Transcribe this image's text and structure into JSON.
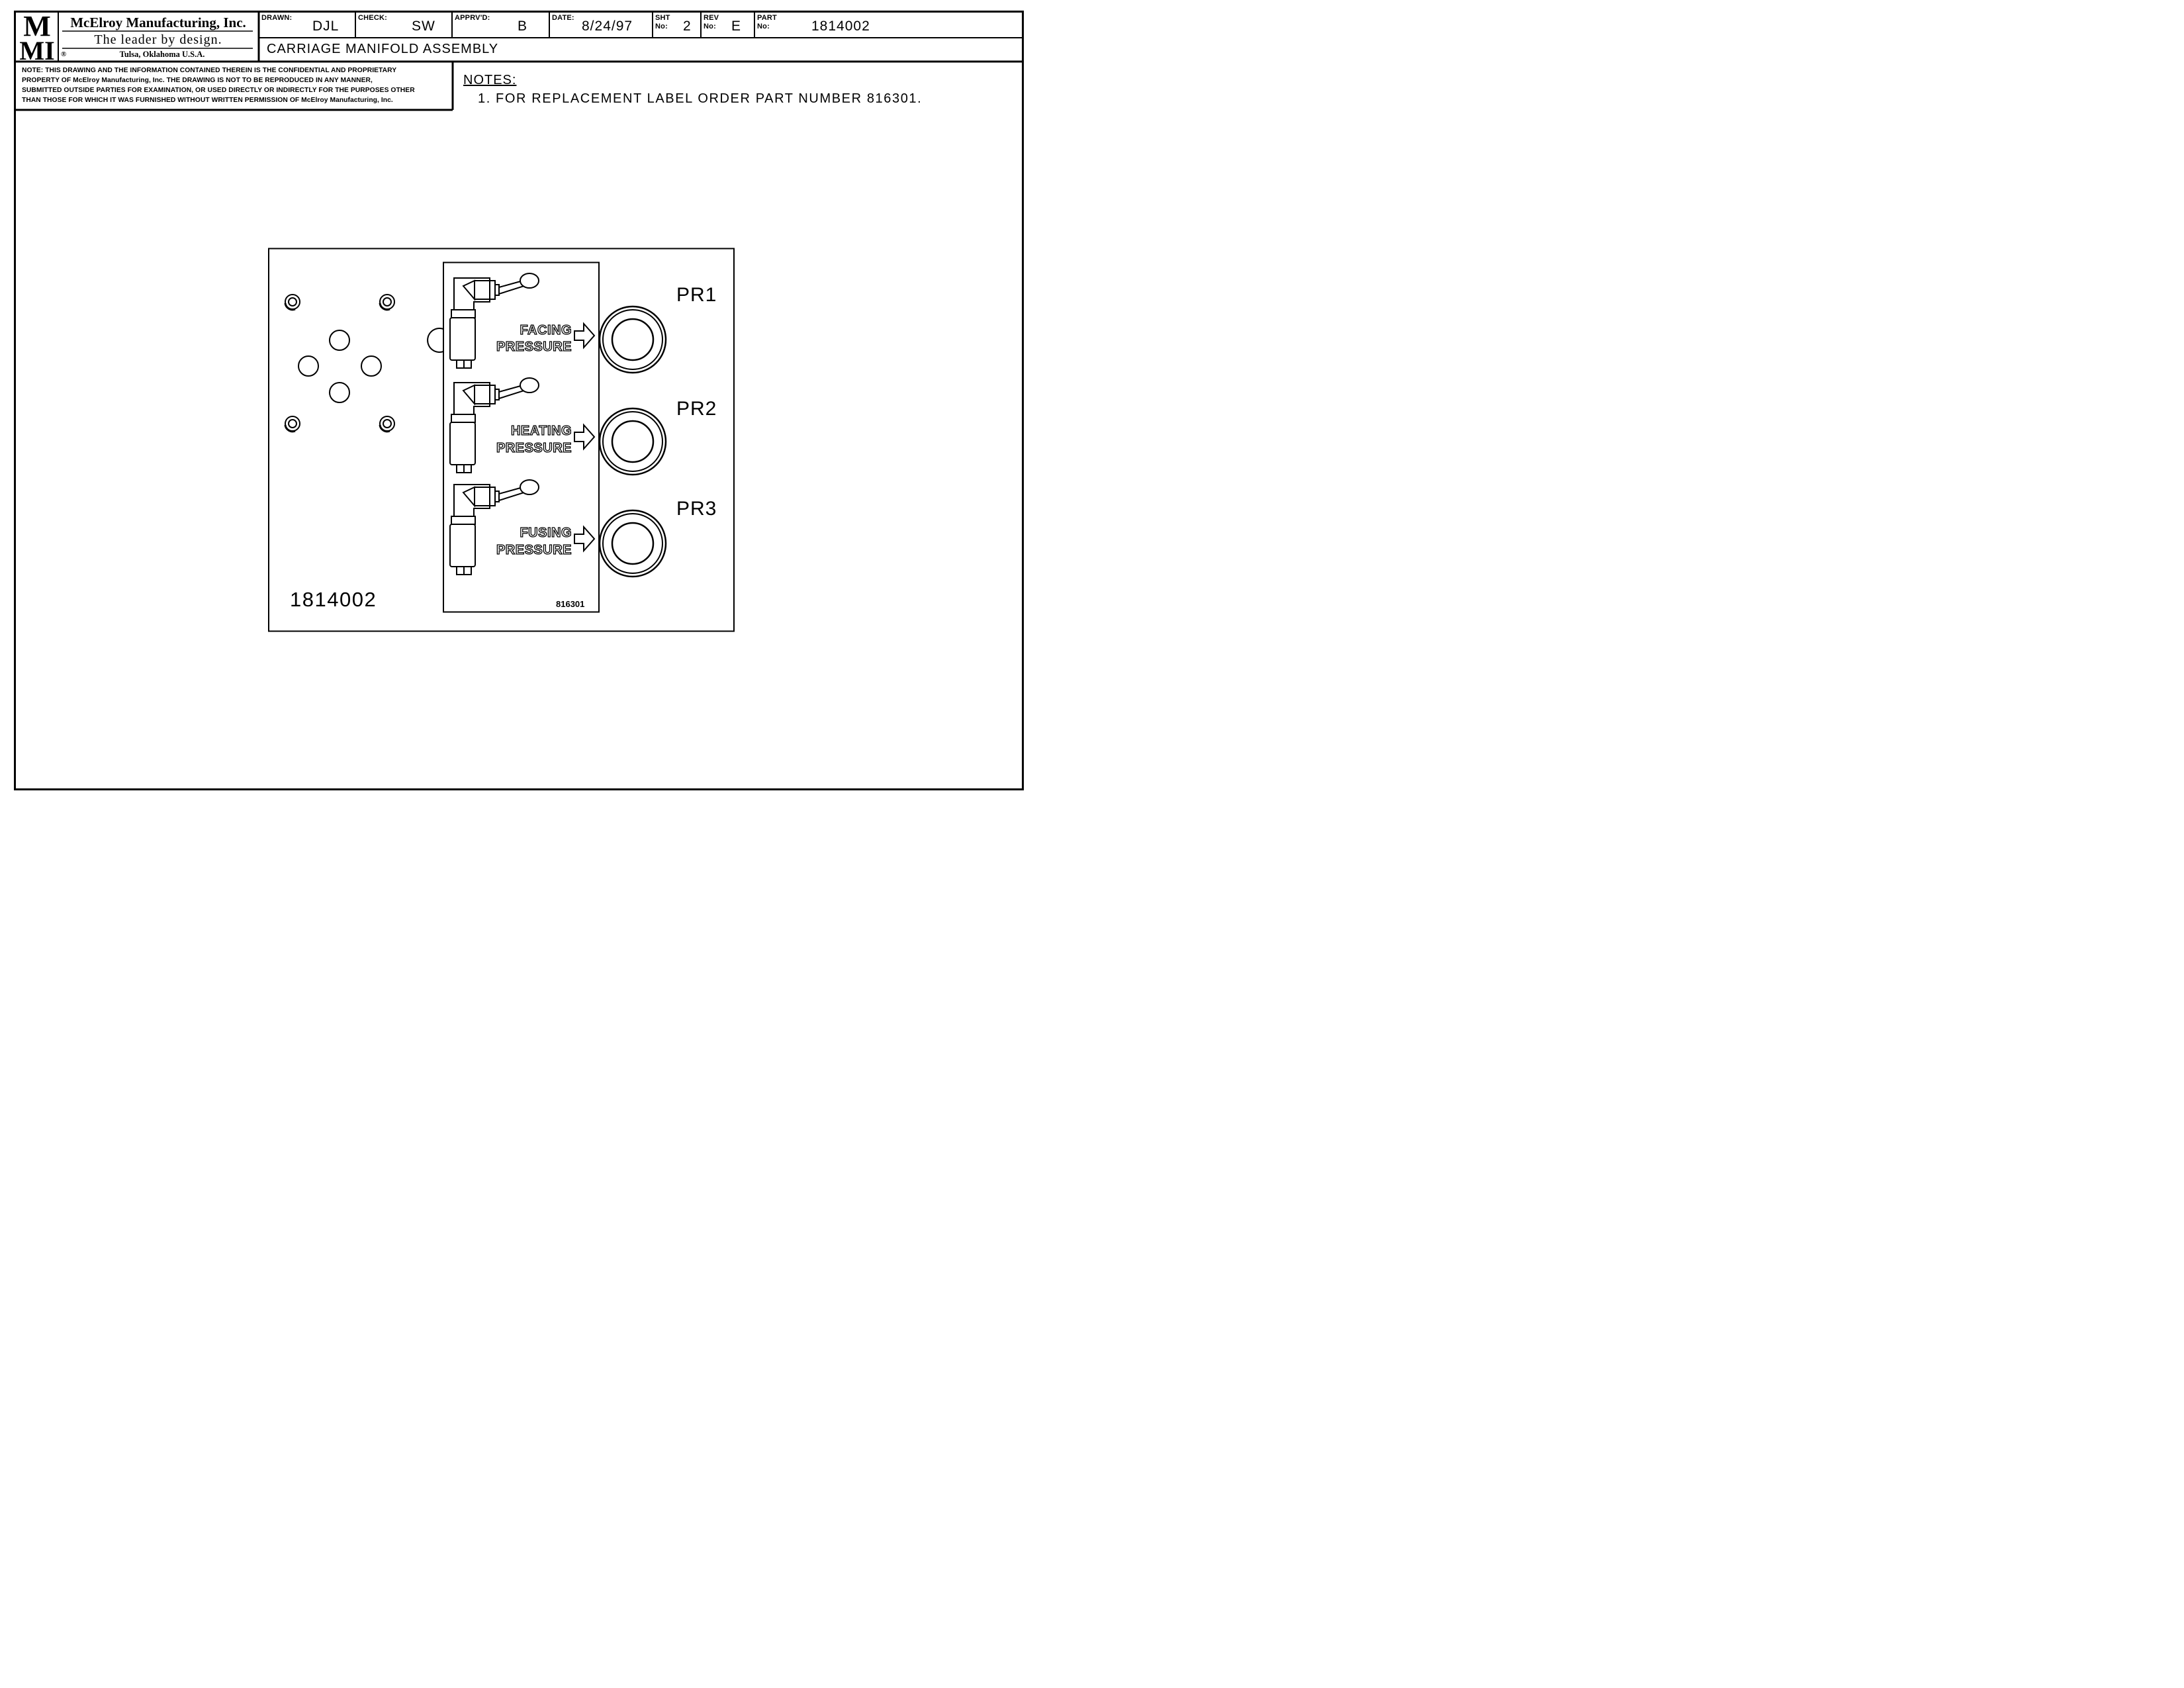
{
  "title_block": {
    "logo": [
      "M",
      "MI"
    ],
    "company": "McElroy Manufacturing, Inc.",
    "slogan": "The leader by design.",
    "registered": "®",
    "location": "Tulsa, Oklahoma U.S.A.",
    "drawn_label": "DRAWN:",
    "drawn": "DJL",
    "check_label": "CHECK:",
    "check": "SW",
    "approved_label": "APPRV'D:",
    "approved": "B",
    "date_label": "DATE:",
    "date": "8/24/97",
    "sheet_label": [
      "SHT",
      "No:"
    ],
    "sheet": "2",
    "rev_label": [
      "REV",
      "No:"
    ],
    "rev": "E",
    "part_label": [
      "PART",
      "No:"
    ],
    "part": "1814002",
    "title": "CARRIAGE MANIFOLD ASSEMBLY"
  },
  "confidential_notice": [
    "NOTE: THIS DRAWING AND THE INFORMATION CONTAINED THEREIN IS THE CONFIDENTIAL AND PROPRIETARY",
    "PROPERTY OF McElroy Manufacturing, Inc. THE DRAWING IS NOT TO BE REPRODUCED IN ANY MANNER,",
    "SUBMITTED OUTSIDE PARTIES FOR EXAMINATION, OR USED DIRECTLY OR INDIRECTLY FOR THE PURPOSES OTHER",
    "THAN THOSE FOR WHICH IT WAS FURNISHED WITHOUT WRITTEN PERMISSION OF McElroy Manufacturing, Inc."
  ],
  "notes": {
    "heading": "NOTES:",
    "items": [
      "1. FOR REPLACEMENT LABEL ORDER PART NUMBER 816301."
    ]
  },
  "drawing": {
    "manifold_number": "1814002",
    "label_number": "816301",
    "regulators": [
      {
        "tag": "PR1",
        "line1": "FACING",
        "line2": "PRESSURE"
      },
      {
        "tag": "PR2",
        "line1": "HEATING",
        "line2": "PRESSURE"
      },
      {
        "tag": "PR3",
        "line1": "FUSING",
        "line2": "PRESSURE"
      }
    ]
  }
}
